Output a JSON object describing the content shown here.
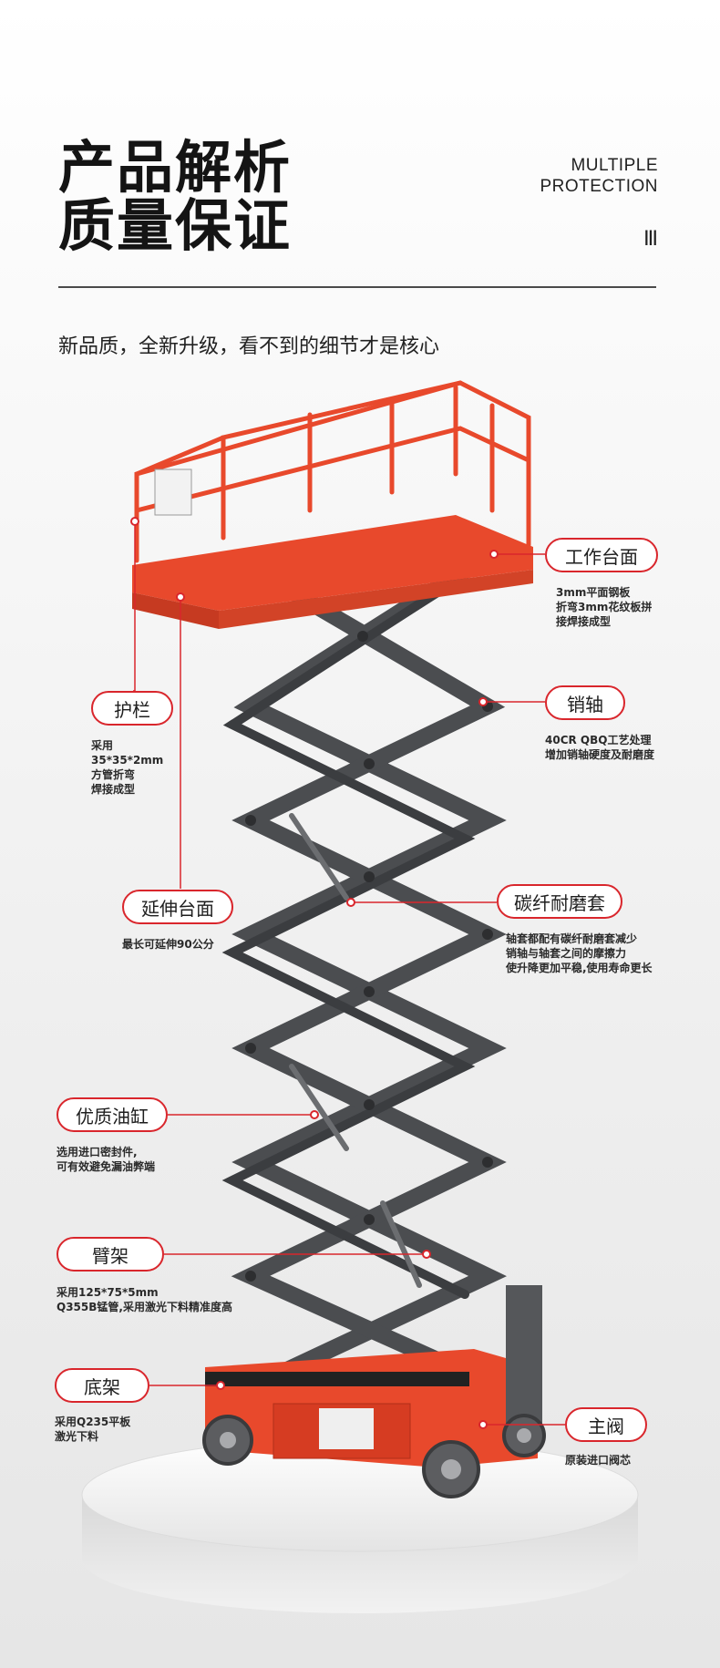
{
  "header": {
    "title_line1": "产品解析",
    "title_line2": "质量保证",
    "english_line1": "MULTIPLE",
    "english_line2": "PROTECTION",
    "marker": "III",
    "subtitle": "新品质，全新升级，看不到的细节才是核心"
  },
  "callouts": [
    {
      "label": "工作台面",
      "desc": "3mm平面钢板\n折弯3mm花纹板拼\n接焊接成型"
    },
    {
      "label": "护栏",
      "desc": "采用\n35*35*2mm\n方管折弯\n焊接成型"
    },
    {
      "label": "销轴",
      "desc": "40CR QBQ工艺处理\n增加销轴硬度及耐磨度"
    },
    {
      "label": "延伸台面",
      "desc": "最长可延伸90公分"
    },
    {
      "label": "碳纤耐磨套",
      "desc": "轴套都配有碳纤耐磨套减少\n销轴与轴套之间的摩擦力\n使升降更加平稳,使用寿命更长"
    },
    {
      "label": "优质油缸",
      "desc": "选用进口密封件,\n可有效避免漏油弊端"
    },
    {
      "label": "臂架",
      "desc": "采用125*75*5mm\nQ355B锰管,采用激光下料精准度高"
    },
    {
      "label": "底架",
      "desc": "采用Q235平板\n激光下料"
    },
    {
      "label": "主阀",
      "desc": "原装进口阀芯"
    }
  ],
  "colors": {
    "accent": "#d9262c",
    "machine_orange": "#e8492c",
    "arm_gray": "#4b4d50"
  }
}
